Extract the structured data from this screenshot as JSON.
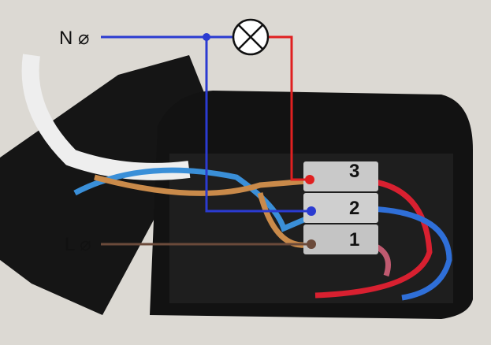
{
  "labels": {
    "neutral": "N ⌀",
    "line": "L ⌀"
  },
  "terminals": [
    "3",
    "2",
    "1"
  ],
  "colors": {
    "neutral_wire": "#2b3bd1",
    "phase_to_lamp": "#e02020",
    "line_wire": "#6b4a3a",
    "wall": "#d9d6d0",
    "box": "#141414",
    "terminal_block": "#c9c9c9"
  }
}
